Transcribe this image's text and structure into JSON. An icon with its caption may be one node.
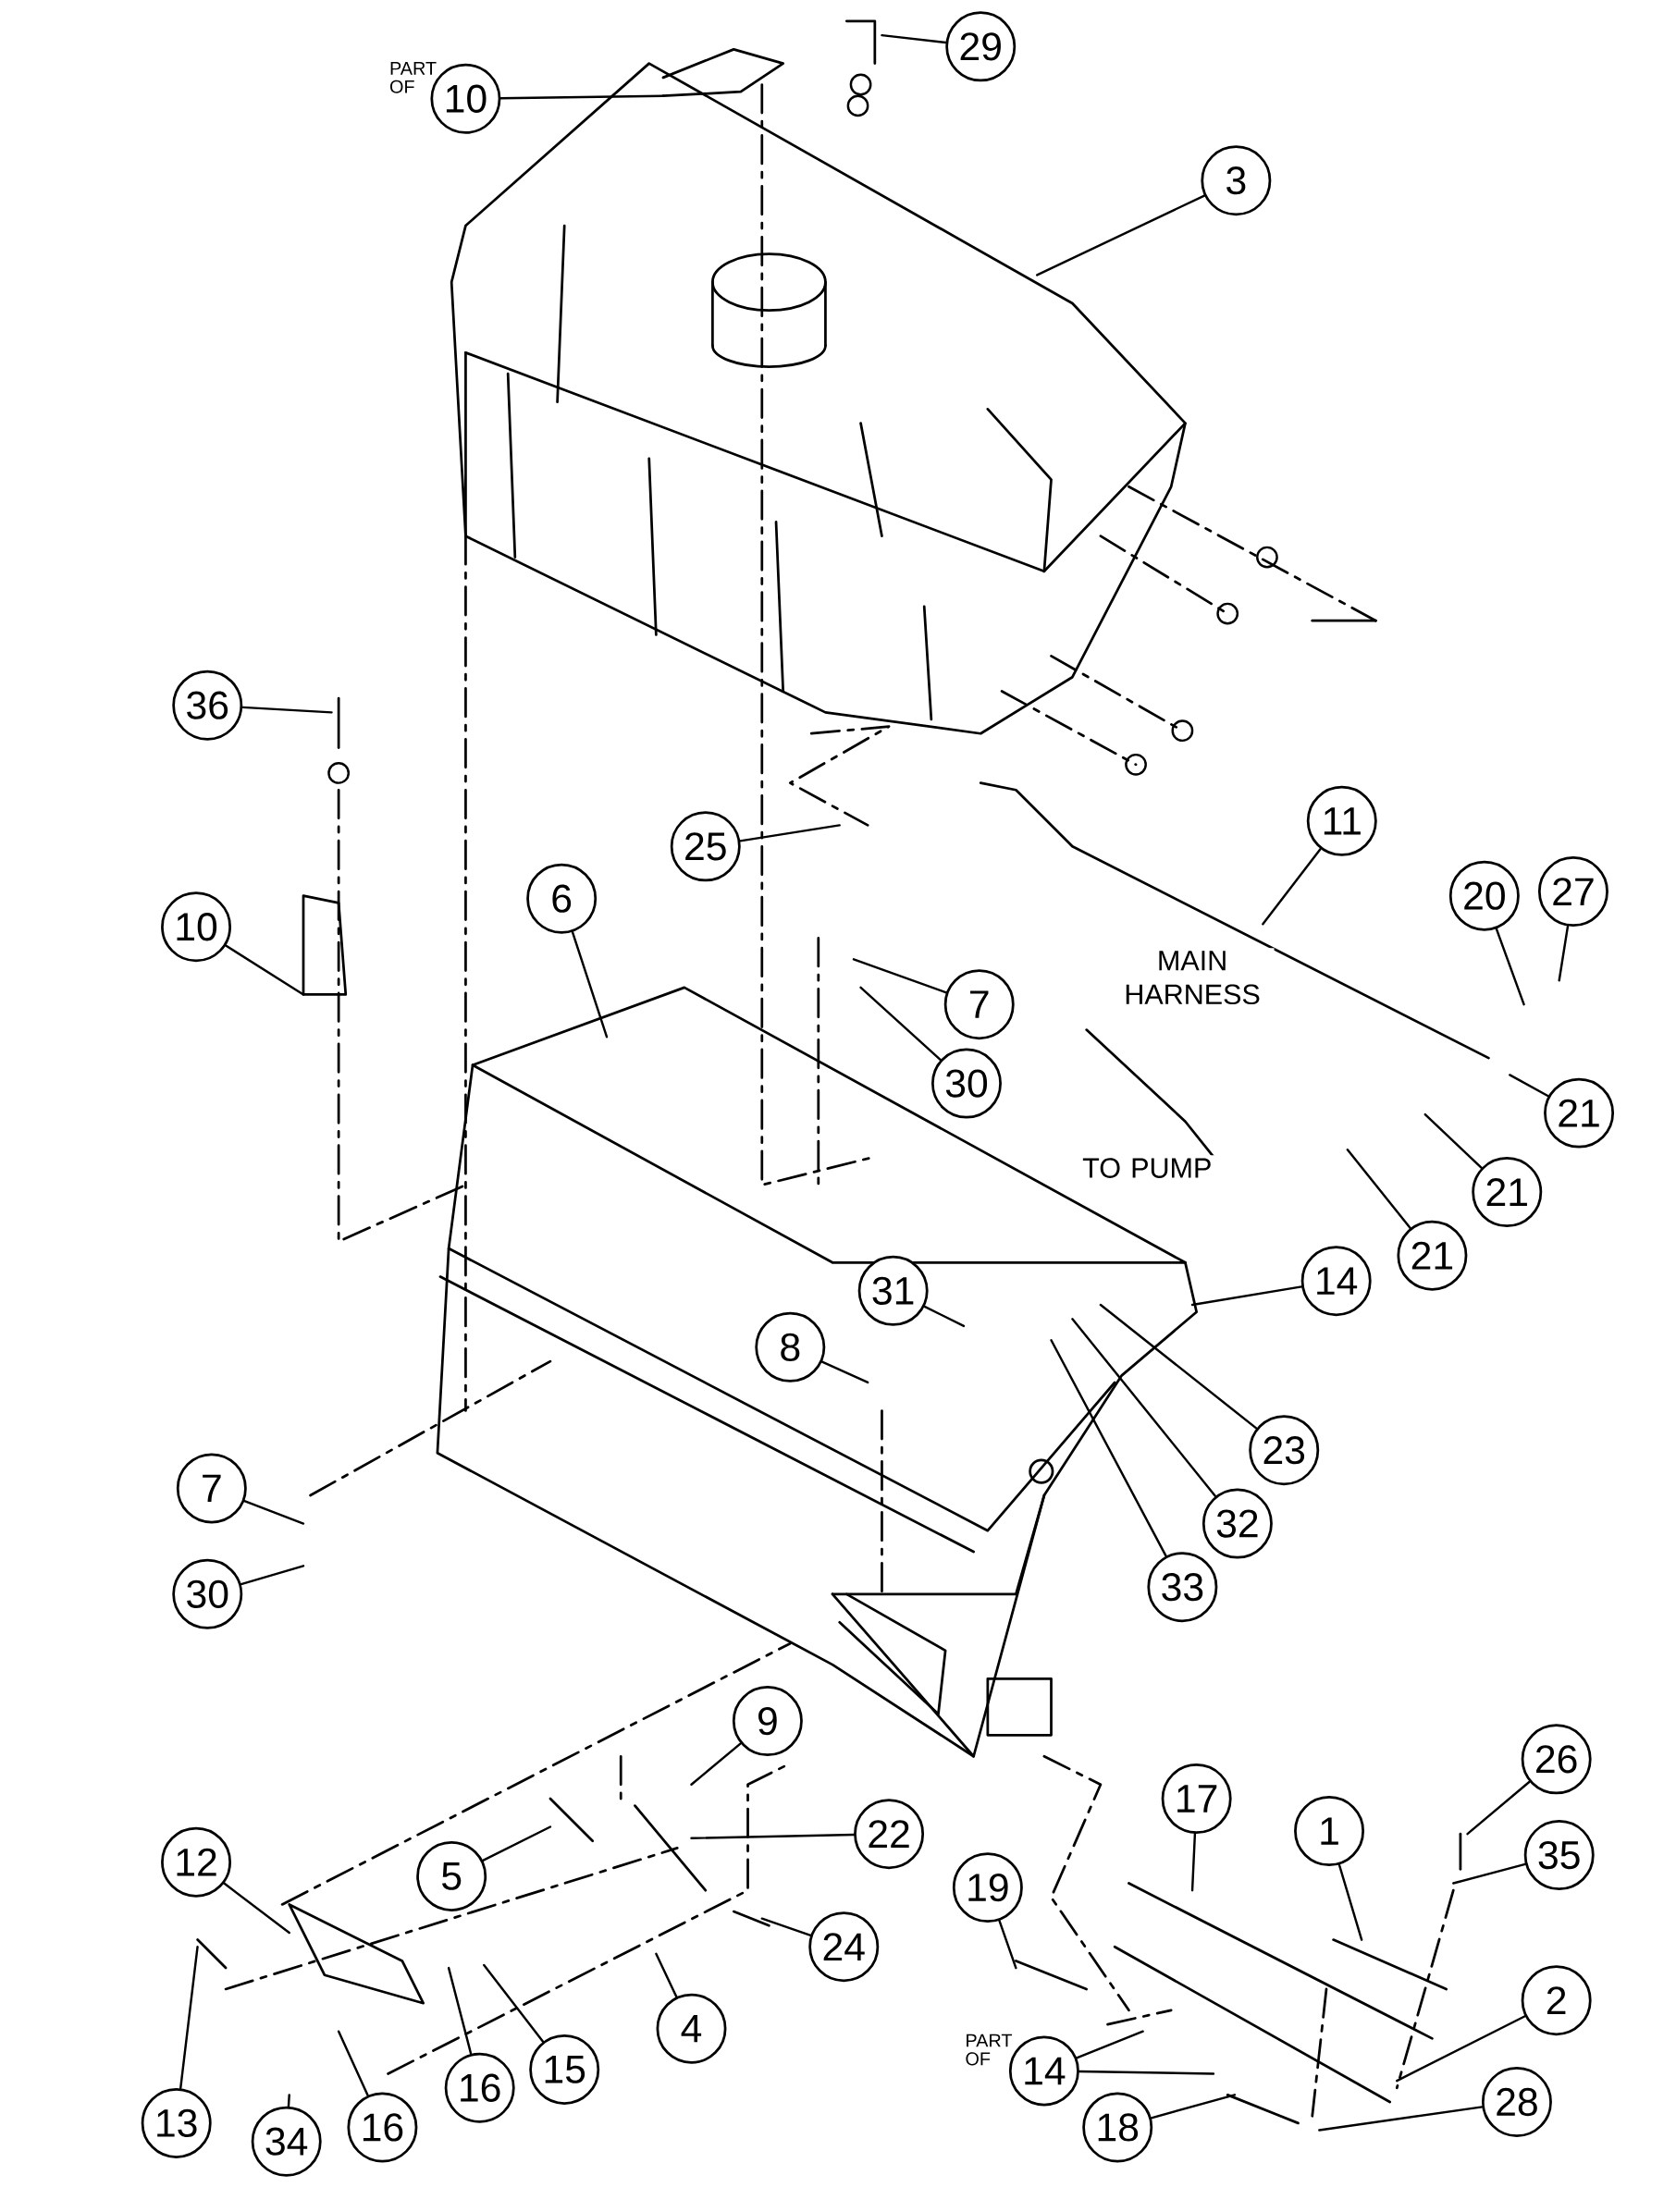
{
  "diagram": {
    "nodes": [
      {
        "text": [
          "10"
        ],
        "beside": [
          "PART OF"
        ]
      },
      {
        "text": [
          "29"
        ]
      },
      {
        "text": [
          "3"
        ]
      },
      {
        "text": [
          "36"
        ]
      },
      {
        "text": [
          "10"
        ]
      },
      {
        "text": [
          "25"
        ]
      },
      {
        "text": [
          "6"
        ]
      },
      {
        "text": [
          "11"
        ]
      },
      {
        "text": [
          "20"
        ]
      },
      {
        "text": [
          "27"
        ]
      },
      {
        "text": [
          "7"
        ]
      },
      {
        "text": [
          "30"
        ]
      },
      {
        "text": [
          "21"
        ]
      },
      {
        "text": [
          "21"
        ]
      },
      {
        "text": [
          "21"
        ]
      },
      {
        "text": [
          "14"
        ]
      },
      {
        "text": [
          "31"
        ]
      },
      {
        "text": [
          "8"
        ]
      },
      {
        "text": [
          "23"
        ]
      },
      {
        "text": [
          "32"
        ]
      },
      {
        "text": [
          "33"
        ]
      },
      {
        "text": [
          "7"
        ]
      },
      {
        "text": [
          "30"
        ]
      },
      {
        "text": [
          "9"
        ]
      },
      {
        "text": [
          "22"
        ]
      },
      {
        "text": [
          "5"
        ]
      },
      {
        "text": [
          "12"
        ]
      },
      {
        "text": [
          "24"
        ]
      },
      {
        "text": [
          "4"
        ]
      },
      {
        "text": [
          "26"
        ]
      },
      {
        "text": [
          "17"
        ]
      },
      {
        "text": [
          "1"
        ]
      },
      {
        "text": [
          "35"
        ]
      },
      {
        "text": [
          "19"
        ]
      },
      {
        "text": [
          "2"
        ]
      },
      {
        "text": [
          "13"
        ]
      },
      {
        "text": [
          "34"
        ]
      },
      {
        "text": [
          "16"
        ]
      },
      {
        "text": [
          "15"
        ]
      },
      {
        "text": [
          "16"
        ]
      },
      {
        "text": [
          "14"
        ],
        "beside": [
          "PART OF"
        ]
      },
      {
        "text": [
          "18"
        ]
      },
      {
        "text": [
          "28"
        ]
      }
    ],
    "edges": [
      {
        "from": 0,
        "to": null,
        "arrow": "none"
      },
      {
        "from": 1,
        "to": null,
        "arrow": "none"
      },
      {
        "from": 2,
        "to": null,
        "arrow": "none"
      },
      {
        "from": 3,
        "to": null,
        "arrow": "none"
      },
      {
        "from": 4,
        "to": null,
        "arrow": "none"
      },
      {
        "from": 5,
        "to": null,
        "arrow": "none"
      },
      {
        "from": 6,
        "to": null,
        "arrow": "none"
      },
      {
        "from": 7,
        "to": null,
        "arrow": "none"
      },
      {
        "from": 8,
        "to": null,
        "arrow": "none"
      },
      {
        "from": 9,
        "to": null,
        "arrow": "none"
      },
      {
        "from": 10,
        "to": null,
        "arrow": "none"
      },
      {
        "from": 11,
        "to": null,
        "arrow": "none"
      },
      {
        "from": 12,
        "to": null,
        "arrow": "none"
      },
      {
        "from": 13,
        "to": null,
        "arrow": "none"
      },
      {
        "from": 14,
        "to": null,
        "arrow": "none"
      },
      {
        "from": 15,
        "to": null,
        "arrow": "none"
      },
      {
        "from": 16,
        "to": null,
        "arrow": "none"
      },
      {
        "from": 17,
        "to": null,
        "arrow": "none"
      },
      {
        "from": 18,
        "to": null,
        "arrow": "none"
      },
      {
        "from": 19,
        "to": null,
        "arrow": "none"
      },
      {
        "from": 20,
        "to": null,
        "arrow": "none"
      },
      {
        "from": 21,
        "to": null,
        "arrow": "none"
      },
      {
        "from": 22,
        "to": null,
        "arrow": "none"
      },
      {
        "from": 23,
        "to": null,
        "arrow": "none"
      },
      {
        "from": 24,
        "to": null,
        "arrow": "none"
      },
      {
        "from": 25,
        "to": null,
        "arrow": "none"
      },
      {
        "from": 26,
        "to": null,
        "arrow": "none"
      },
      {
        "from": 27,
        "to": null,
        "arrow": "none"
      },
      {
        "from": 28,
        "to": null,
        "arrow": "none"
      },
      {
        "from": 29,
        "to": null,
        "arrow": "none"
      },
      {
        "from": 30,
        "to": null,
        "arrow": "none"
      },
      {
        "from": 31,
        "to": null,
        "arrow": "none"
      },
      {
        "from": 32,
        "to": null,
        "arrow": "none"
      },
      {
        "from": 33,
        "to": null,
        "arrow": "none"
      },
      {
        "from": 34,
        "to": null,
        "arrow": "none"
      },
      {
        "from": 35,
        "to": null,
        "arrow": "none"
      },
      {
        "from": 36,
        "to": null,
        "arrow": "none"
      },
      {
        "from": 37,
        "to": null,
        "arrow": "none"
      },
      {
        "from": 38,
        "to": null,
        "arrow": "none"
      },
      {
        "from": 39,
        "to": null,
        "arrow": "none"
      },
      {
        "from": 40,
        "to": null,
        "arrow": "none"
      },
      {
        "from": 40,
        "to": null,
        "arrow": "none"
      },
      {
        "from": 41,
        "to": null,
        "arrow": "none"
      },
      {
        "from": 42,
        "to": null,
        "arrow": "none"
      }
    ],
    "labels": [
      "MAIN HARNESS",
      "TO PUMP"
    ]
  }
}
